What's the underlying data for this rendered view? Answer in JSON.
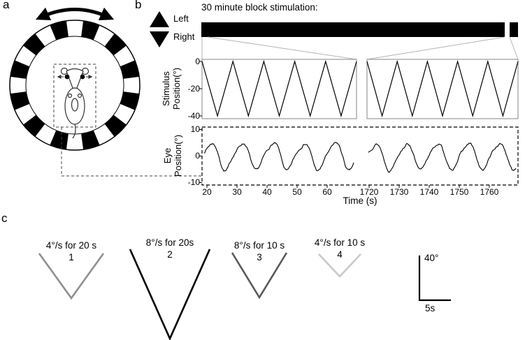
{
  "panel_labels": {
    "a": "a",
    "b": "b",
    "c": "c"
  },
  "colors": {
    "bar": "#000000",
    "zoom_guide": "#b3b3b3",
    "plot_frame": "#9a9a9a",
    "trace": "#000000"
  },
  "panel_b": {
    "title": "30 minute block stimulation:",
    "direction_legend": {
      "up_triangle": "Left",
      "down_triangle": "Right"
    },
    "stimulus_axis": {
      "label_line1": "Stimulus",
      "label_line2": "Position(°)",
      "ticks": [
        "0",
        "-20",
        "-40"
      ]
    },
    "eye_axis": {
      "label_line1": "Eye",
      "label_line2": "Position(°)",
      "ticks": [
        "10",
        "0",
        "-10"
      ]
    },
    "time_axis": {
      "label": "Time (s)",
      "left_ticks": [
        "20",
        "30",
        "40",
        "50",
        "60"
      ],
      "right_ticks": [
        "1720",
        "1730",
        "1740",
        "1750",
        "1760"
      ]
    }
  },
  "panel_c": {
    "stimuli": [
      {
        "label": "4°/s for 20 s",
        "number": "1",
        "color": "#8f8f8f"
      },
      {
        "label": "8°/s for 20s",
        "number": "2",
        "color": "#000000"
      },
      {
        "label": "8°/s for 10 s",
        "number": "3",
        "color": "#5a5a5a"
      },
      {
        "label": "4°/s for 10 s",
        "number": "4",
        "color": "#c8c8c8"
      }
    ],
    "scale_bar": {
      "vertical": "40°",
      "horizontal": "5s"
    }
  },
  "chart_data": [
    {
      "type": "line",
      "name": "stimulus_position_early_window",
      "waveform": "triangle",
      "xlabel": "Time (s)",
      "ylabel": "Stimulus Position(°)",
      "xlim": [
        18,
        70
      ],
      "ylim": [
        -40,
        0
      ],
      "period_s": 10.3,
      "cycles": 5,
      "peak_deg": 0,
      "trough_deg": -40,
      "xticks": [
        20,
        30,
        40,
        50,
        60
      ],
      "yticks": [
        0,
        -20,
        -40
      ],
      "grid": false
    },
    {
      "type": "line",
      "name": "stimulus_position_late_window",
      "waveform": "triangle",
      "xlabel": "Time (s)",
      "ylabel": "Stimulus Position(°)",
      "xlim": [
        1719,
        1771
      ],
      "ylim": [
        -40,
        0
      ],
      "period_s": 10.3,
      "cycles": 5,
      "peak_deg": 0,
      "trough_deg": -40,
      "xticks": [
        1720,
        1730,
        1740,
        1750,
        1760
      ],
      "yticks": [
        0,
        -20,
        -40
      ],
      "grid": false
    },
    {
      "type": "line",
      "name": "eye_position_early_window",
      "waveform": "noisy_sinusoid",
      "xlabel": "Time (s)",
      "ylabel": "Eye Position(°)",
      "xlim": [
        19,
        69
      ],
      "ylim": [
        -10,
        10
      ],
      "amplitude_deg": 5.4,
      "period_s": 10.3,
      "noise_deg": 0.6,
      "yticks": [
        10,
        0,
        -10
      ],
      "grid": false
    },
    {
      "type": "line",
      "name": "eye_position_late_window",
      "waveform": "noisy_sinusoid",
      "xlabel": "Time (s)",
      "ylabel": "Eye Position(°)",
      "xlim": [
        1719.5,
        1768.5
      ],
      "ylim": [
        -10,
        10
      ],
      "amplitude_deg": 5.2,
      "period_s": 10.3,
      "noise_deg": 0.6,
      "yticks": [
        10,
        0,
        -10
      ],
      "grid": false
    },
    {
      "type": "line",
      "name": "velocity_step_stimuli",
      "stimuli": [
        {
          "number": 1,
          "speed_deg_s": 4,
          "duration_s": 20,
          "depth_deg": 40
        },
        {
          "number": 2,
          "speed_deg_s": 8,
          "duration_s": 20,
          "depth_deg": 80
        },
        {
          "number": 3,
          "speed_deg_s": 8,
          "duration_s": 10,
          "depth_deg": 40
        },
        {
          "number": 4,
          "speed_deg_s": 4,
          "duration_s": 10,
          "depth_deg": 20
        }
      ],
      "scale": {
        "vertical_deg": 40,
        "horizontal_s": 5
      }
    }
  ]
}
